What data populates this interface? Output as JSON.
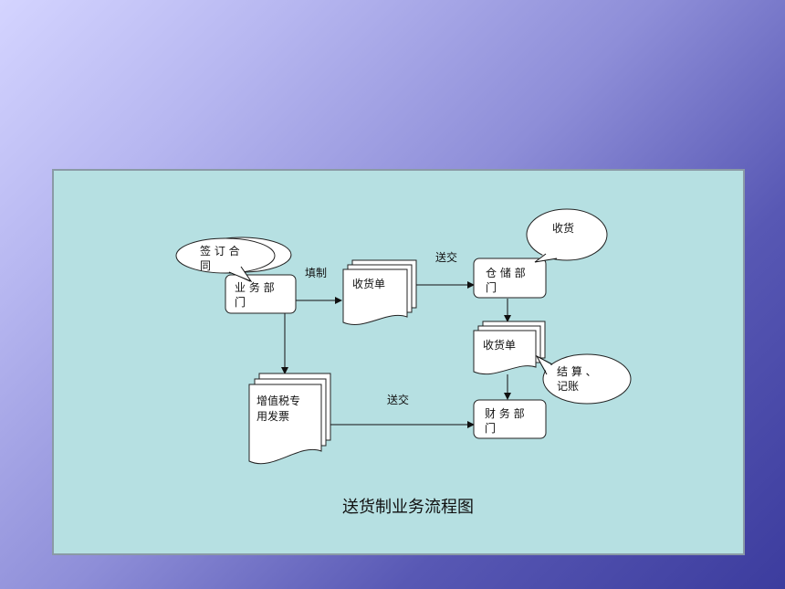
{
  "diagram": {
    "title": "送货制业务流程图",
    "nodes": {
      "sales_dept": {
        "line1": "业 务 部",
        "line2": "门"
      },
      "warehouse": {
        "line1": "仓 储 部",
        "line2": "门"
      },
      "finance": {
        "line1": "财 务 部",
        "line2": "门"
      }
    },
    "documents": {
      "receipt_1": "收货单",
      "receipt_2": "收货单",
      "vat_invoice": {
        "line1": "增值税专",
        "line2": "用发票"
      }
    },
    "callouts": {
      "sign_contract": {
        "line1": "签 订 合",
        "line2": "同"
      },
      "receive_goods": "收货",
      "settle": {
        "line1": "结 算 、",
        "line2": "记账"
      }
    },
    "edge_labels": {
      "fill": "填制",
      "send_1": "送交",
      "send_2": "送交"
    }
  }
}
